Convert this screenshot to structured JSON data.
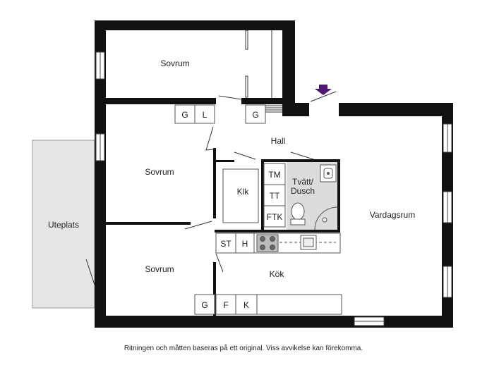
{
  "rooms": {
    "sovrum_top": "Sovrum",
    "sovrum_middle": "Sovrum",
    "sovrum_bottom": "Sovrum",
    "hall": "Hall",
    "klk": "Klk",
    "tvatt_line1": "Tvätt/",
    "tvatt_line2": "Dusch",
    "vardagsrum": "Vardagsrum",
    "kok": "Kök",
    "uteplats": "Uteplats"
  },
  "fixtures": {
    "g1": "G",
    "l1": "L",
    "g2": "G",
    "tm": "TM",
    "tt": "TT",
    "ftk": "FTK",
    "st": "ST",
    "h": "H",
    "g3": "G",
    "f": "F",
    "k": "K"
  },
  "entrance_arrow_color": "#4b1a73",
  "disclaimer": "Ritningen och måtten baseras på ett original. Viss avvikelse kan förekomma."
}
